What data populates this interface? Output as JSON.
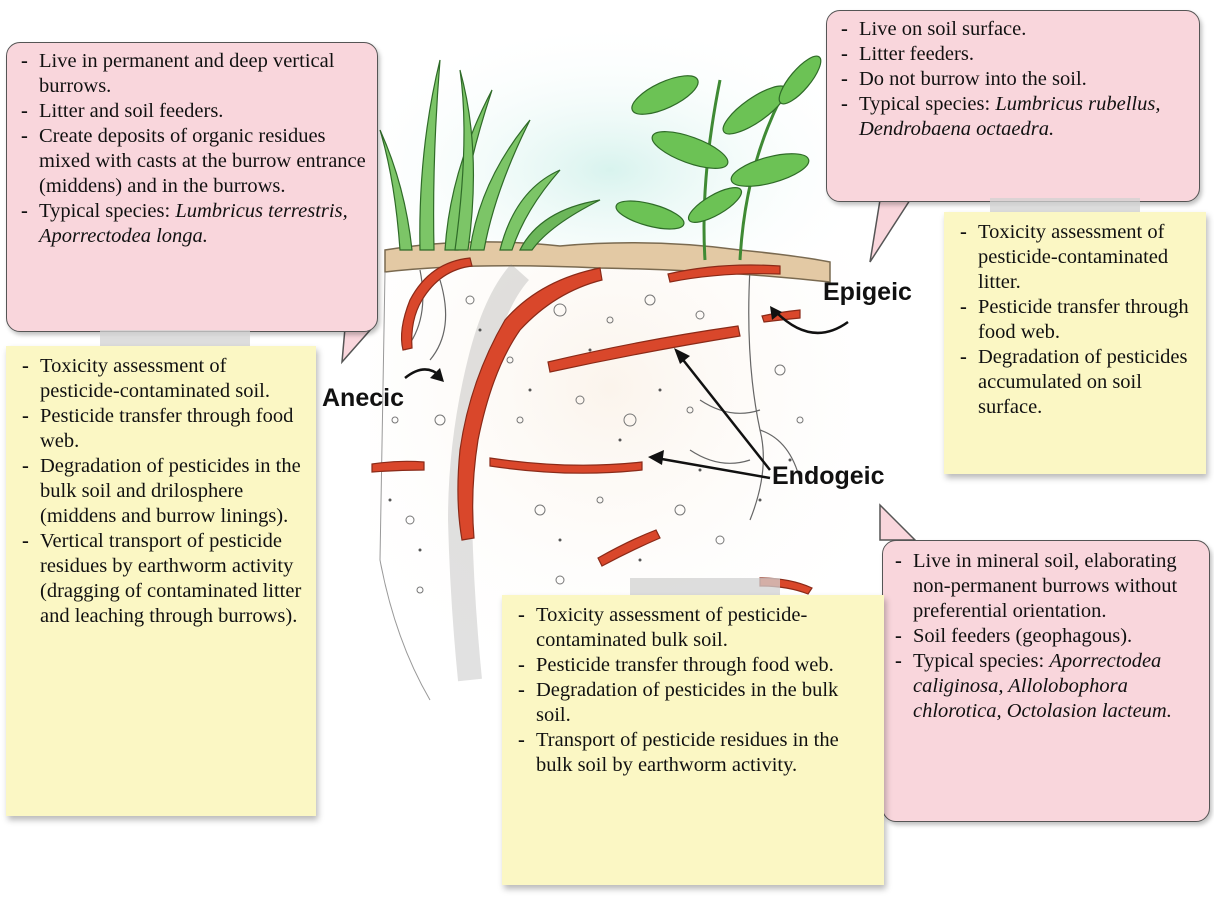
{
  "labels": {
    "anecic": "Anecic",
    "epigeic": "Epigeic",
    "endogeic": "Endogeic"
  },
  "anecic_traits": {
    "items": [
      "Live in permanent and deep vertical burrows.",
      "Litter and soil feeders.",
      "Create deposits of organic residues mixed with casts at the burrow entrance (middens) and in the burrows."
    ],
    "species_prefix": "Typical species: ",
    "species": "Lumbricus terrestris, Aporrectodea longa."
  },
  "anecic_pesticide": {
    "items": [
      "Toxicity assessment of pesticide-contaminated soil.",
      "Pesticide transfer through food web.",
      "Degradation of pesticides in the bulk soil and drilosphere (middens and burrow linings).",
      "Vertical transport of pesticide residues by earthworm activity (dragging of contaminated litter and leaching through burrows)."
    ]
  },
  "epigeic_traits": {
    "items": [
      "Live on soil surface.",
      "Litter feeders.",
      "Do not burrow into the soil."
    ],
    "species_prefix": "Typical species: ",
    "species": "Lumbricus rubellus, Dendrobaena octaedra."
  },
  "epigeic_pesticide": {
    "items": [
      "Toxicity assessment of pesticide-contaminated litter.",
      "Pesticide transfer through food web.",
      "Degradation of pesticides accumulated on soil surface."
    ]
  },
  "endogeic_traits": {
    "items": [
      "Live in mineral soil, elaborating non-permanent burrows without preferential orientation.",
      "Soil feeders (geophagous)."
    ],
    "species_prefix": "Typical species: ",
    "species": "Aporrectodea caliginosa, Allolobophora chlorotica, Octolasion lacteum."
  },
  "endogeic_pesticide": {
    "items": [
      "Toxicity assessment of pesticide-contaminated bulk soil.",
      "Pesticide transfer through food web.",
      "Degradation of pesticides in the bulk soil.",
      "Transport of pesticide residues in the bulk soil by earthworm activity."
    ]
  },
  "colors": {
    "callout_pink": "#f9d6dc",
    "note_yellow": "#fbf7c4",
    "worm": "#d9472b",
    "leaf": "#5bb84a",
    "soil": "#e9d7b8"
  }
}
